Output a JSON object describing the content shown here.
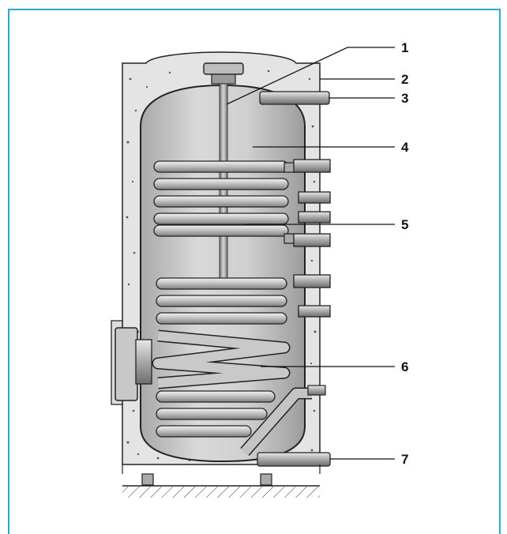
{
  "figure": {
    "title": "",
    "callouts": [
      {
        "id": 1,
        "label": "1"
      },
      {
        "id": 2,
        "label": "2"
      },
      {
        "id": 3,
        "label": "3"
      },
      {
        "id": 4,
        "label": "4"
      },
      {
        "id": 5,
        "label": "5"
      },
      {
        "id": 6,
        "label": "6"
      },
      {
        "id": 7,
        "label": "7"
      }
    ]
  },
  "colors": {
    "frame_border": "#2aa6d8",
    "insulation": "#e2e2e2",
    "tank_fill": "#c8c8c8",
    "outline": "#222222"
  }
}
